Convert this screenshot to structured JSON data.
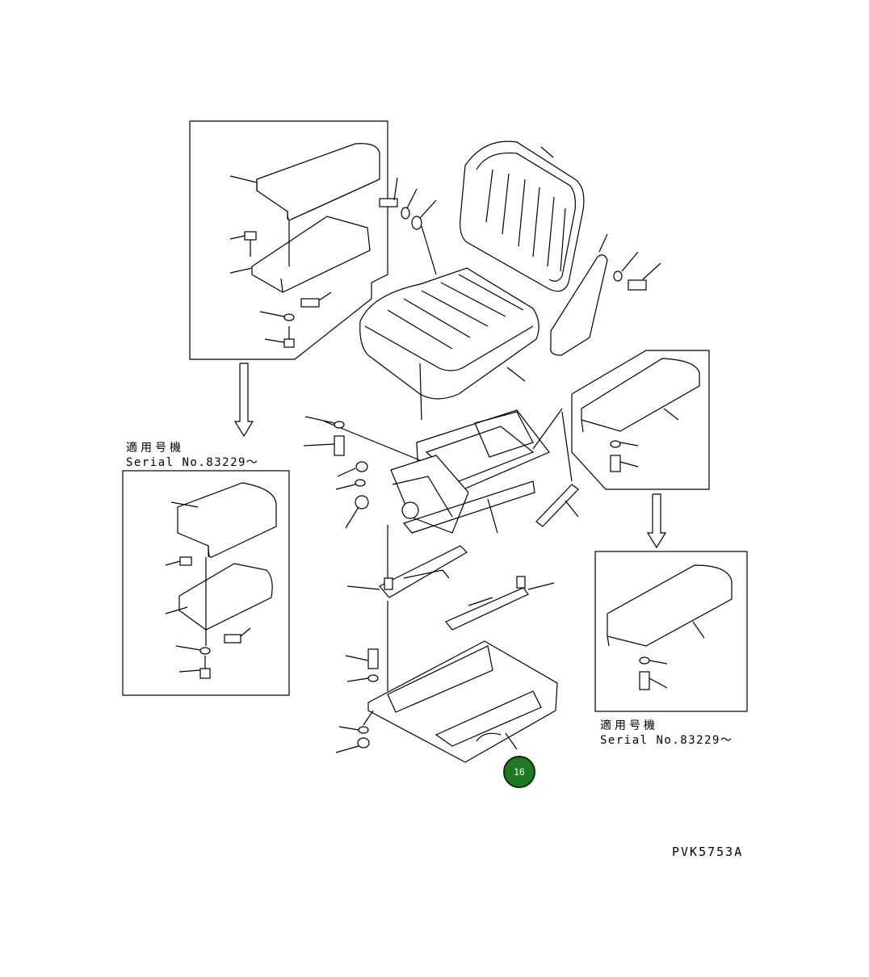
{
  "diagram": {
    "serial_left": {
      "jp": "適用号機",
      "number": "Serial No.83229～"
    },
    "serial_right": {
      "jp": "適用号機",
      "number": "Serial No.83229～"
    },
    "drawing_code": "PVK5753A",
    "callout": {
      "label": "16",
      "color": "#1e7a1e"
    }
  }
}
